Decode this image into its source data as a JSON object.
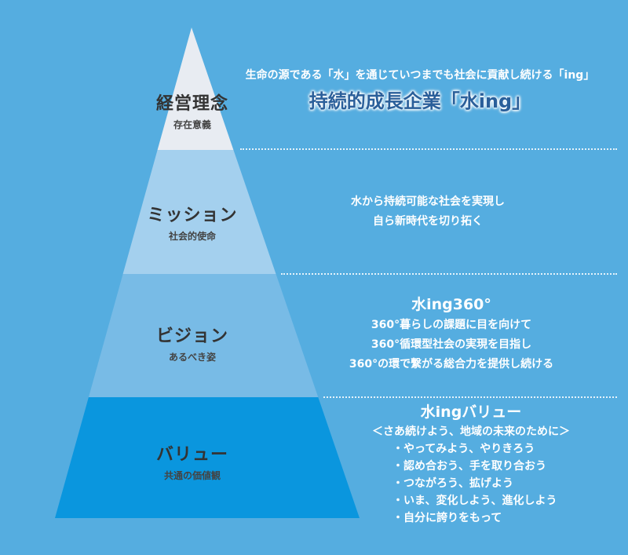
{
  "colors": {
    "background": "#55ade0",
    "tier1": "#e8ecf2",
    "tier2": "#a4d0ee",
    "tier3": "#78bbe6",
    "tier4": "#0a96de",
    "label_text": "#333333",
    "highlight_text": "#2a5f9a"
  },
  "tiers": [
    {
      "title": "経営理念",
      "subtitle": "存在意義"
    },
    {
      "title": "ミッション",
      "subtitle": "社会的使命"
    },
    {
      "title": "ビジョン",
      "subtitle": "あるべき姿"
    },
    {
      "title": "バリュー",
      "subtitle": "共通の価値観"
    }
  ],
  "philosophy": {
    "line1": "生命の源である「水」を通じていつまでも社会に貢献し続ける「ing」",
    "line2": "持続的成長企業「水ing」"
  },
  "mission": {
    "lines": [
      "水から持続可能な社会を実現し",
      "自ら新時代を切り拓く"
    ]
  },
  "vision": {
    "heading": "水ing360°",
    "lines": [
      "360°暮らしの課題に目を向けて",
      "360°循環型社会の実現を目指し",
      "360°の環で繋がる総合力を提供し続ける"
    ]
  },
  "values": {
    "heading": "水ingバリュー",
    "intro": "＜さあ続けよう、地域の未来のために＞",
    "items": [
      "・やってみよう、やりきろう",
      "・認め合おう、手を取り合おう",
      "・つながろう、拡げよう",
      "・いま、変化しよう、進化しよう",
      "・自分に誇りをもって"
    ]
  }
}
